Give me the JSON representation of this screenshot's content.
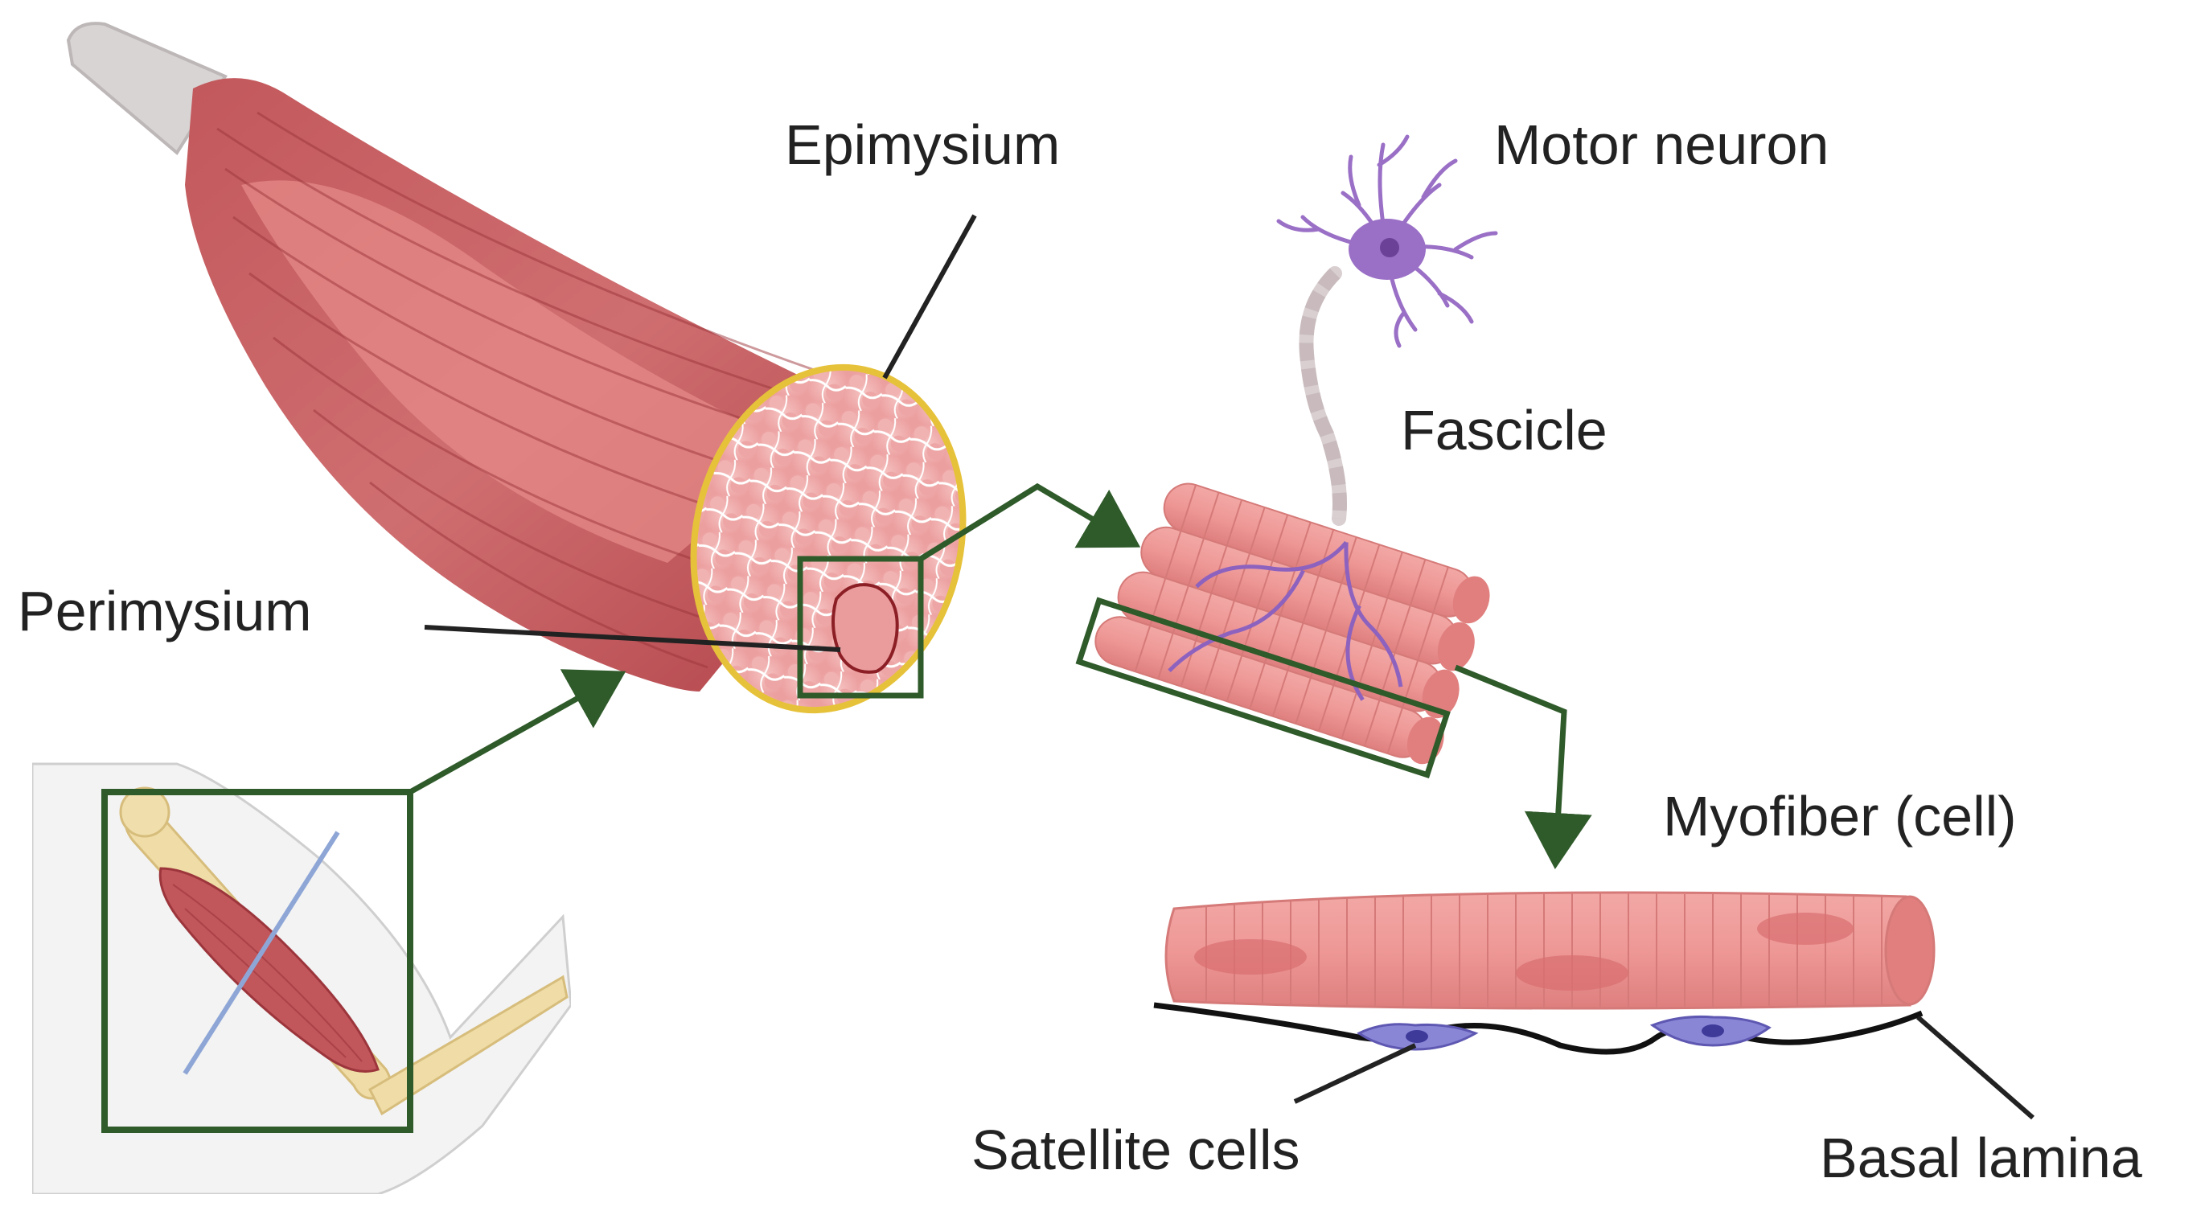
{
  "labels": {
    "epimysium": "Epimysium",
    "motor_neuron": "Motor neuron",
    "fascicle": "Fascicle",
    "perimysium": "Perimysium",
    "myofiber": "Myofiber (cell)",
    "satellite_cells": "Satellite cells",
    "basal_lamina": "Basal lamina"
  },
  "colors": {
    "muscle_dark": "#b84a4f",
    "muscle_light": "#e98b8b",
    "fiber_pink": "#ee9a98",
    "epimysium_outline": "#e6c23a",
    "highlight_box": "#2f5a2a",
    "neuron_purple": "#9a6fc6",
    "satellite_purple": "#8a86d6",
    "bone": "#e9d39b",
    "line": "#222222"
  }
}
